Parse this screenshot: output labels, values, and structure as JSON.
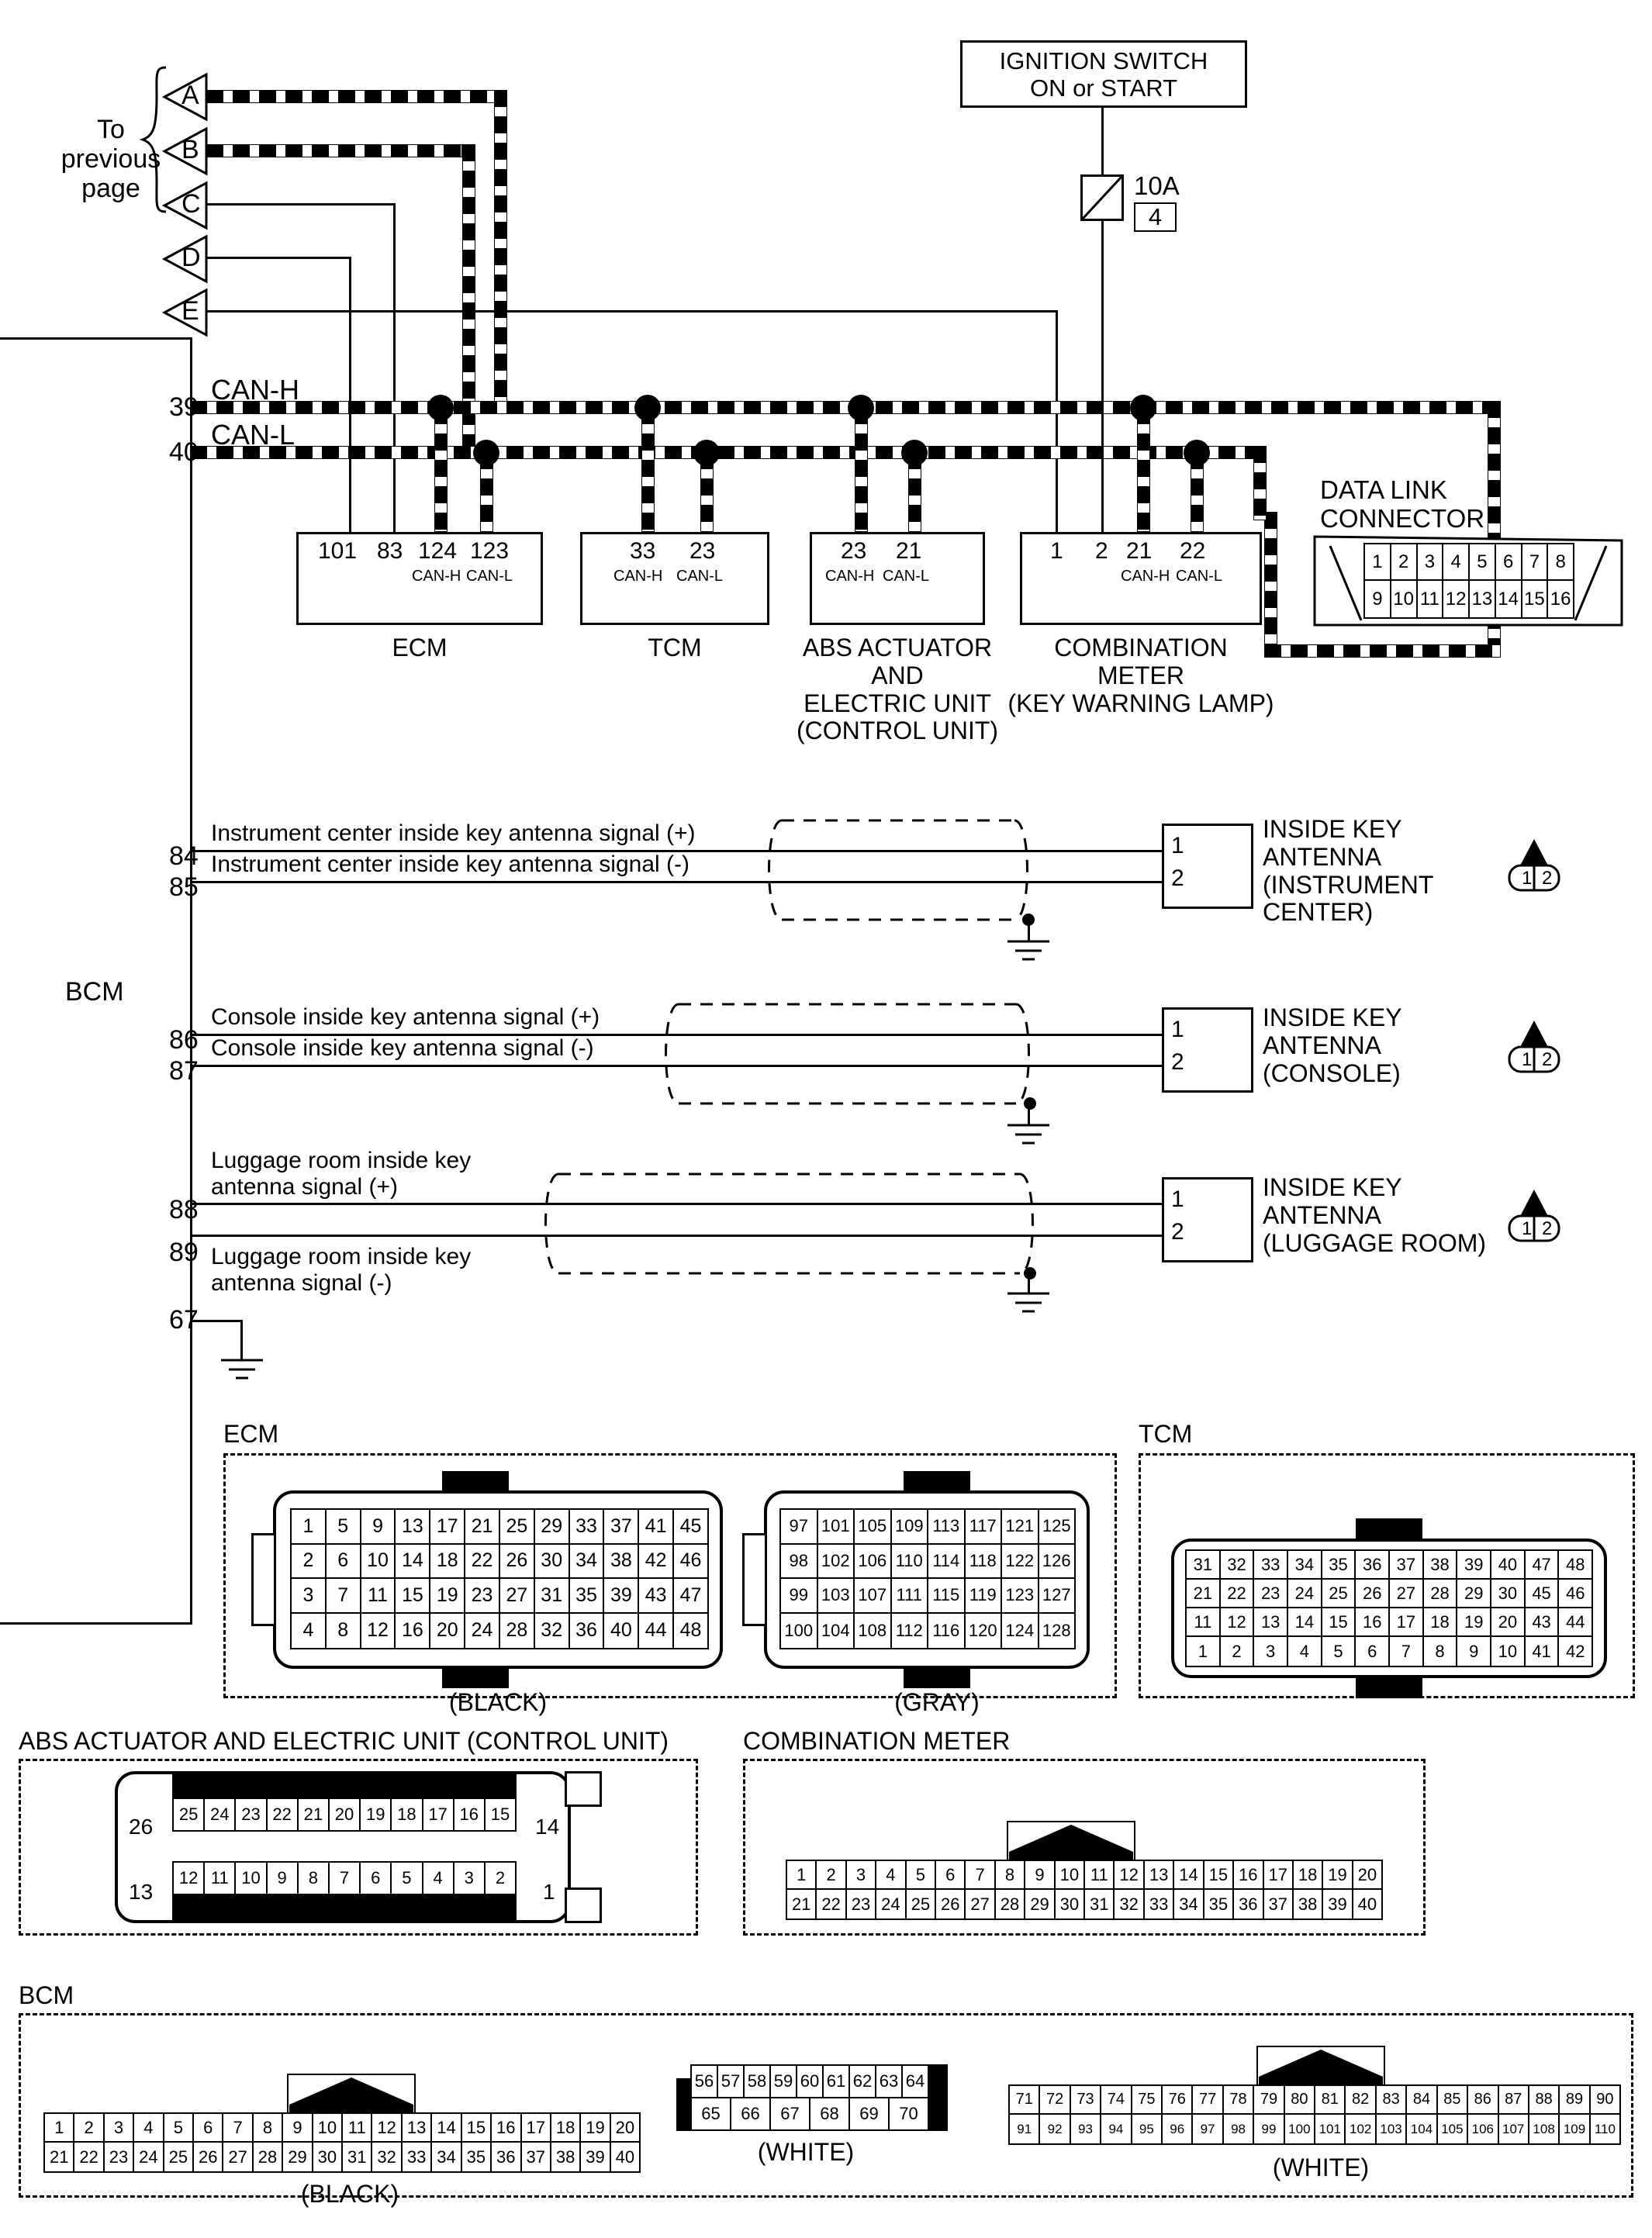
{
  "title_refs": {
    "to_previous_page": "To\nprevious\npage",
    "bcm_left_label": "BCM"
  },
  "page_connectors": [
    {
      "id": "A"
    },
    {
      "id": "B"
    },
    {
      "id": "C"
    },
    {
      "id": "D"
    },
    {
      "id": "E"
    }
  ],
  "ignition": {
    "label": "IGNITION SWITCH\nON or START",
    "fuse_rating": "10A",
    "fuse_number": "4"
  },
  "bus": {
    "can_h_label": "CAN-H",
    "can_l_label": "CAN-L",
    "can_h_pin": "39",
    "can_l_pin": "40"
  },
  "modules": [
    {
      "name": "ECM",
      "caption": "ECM",
      "pins": [
        "101",
        "83",
        "124",
        "123"
      ],
      "sublabels": [
        "",
        "",
        "CAN-H",
        "CAN-L"
      ]
    },
    {
      "name": "TCM",
      "caption": "TCM",
      "pins": [
        "33",
        "23"
      ],
      "sublabels": [
        "CAN-H",
        "CAN-L"
      ]
    },
    {
      "name": "ABS",
      "caption": "ABS ACTUATOR\nAND\nELECTRIC UNIT\n(CONTROL UNIT)",
      "pins": [
        "23",
        "21"
      ],
      "sublabels": [
        "CAN-H",
        "CAN-L"
      ]
    },
    {
      "name": "COMBINATION METER",
      "caption": "COMBINATION\nMETER\n(KEY WARNING LAMP)",
      "pins": [
        "1",
        "2",
        "21",
        "22"
      ],
      "sublabels": [
        "",
        "",
        "CAN-H",
        "CAN-L"
      ]
    }
  ],
  "data_link_connector": {
    "label": "DATA LINK\nCONNECTOR",
    "row1": [
      "1",
      "2",
      "3",
      "4",
      "5",
      "6",
      "7",
      "8"
    ],
    "row2": [
      "9",
      "10",
      "11",
      "12",
      "13",
      "14",
      "15",
      "16"
    ]
  },
  "antennas": [
    {
      "pin_plus": "84",
      "pin_minus": "85",
      "label_plus": "Instrument center inside key antenna signal (+)",
      "label_minus": "Instrument center inside key antenna signal (-)",
      "box_pins": [
        "1",
        "2"
      ],
      "name": "INSIDE KEY\nANTENNA\n(INSTRUMENT\n  CENTER)",
      "icon_pins": [
        "1",
        "2"
      ]
    },
    {
      "pin_plus": "86",
      "pin_minus": "87",
      "label_plus": "Console inside key antenna signal (+)",
      "label_minus": "Console inside key antenna signal (-)",
      "box_pins": [
        "1",
        "2"
      ],
      "name": "INSIDE KEY\nANTENNA\n(CONSOLE)",
      "icon_pins": [
        "1",
        "2"
      ]
    },
    {
      "pin_plus": "88",
      "pin_minus": "89",
      "label_plus": "Luggage room inside key\nantenna signal (+)",
      "label_minus": "Luggage room inside key\nantenna signal (-)",
      "box_pins": [
        "1",
        "2"
      ],
      "name": "INSIDE KEY\nANTENNA\n(LUGGAGE ROOM)",
      "icon_pins": [
        "1",
        "2"
      ]
    }
  ],
  "ground_pin": "67",
  "connector_blocks": {
    "ecm": {
      "title": "ECM",
      "black": {
        "color_label": "(BLACK)",
        "rows": [
          [
            "1",
            "5",
            "9",
            "13",
            "17",
            "21",
            "25",
            "29",
            "33",
            "37",
            "41",
            "45"
          ],
          [
            "2",
            "6",
            "10",
            "14",
            "18",
            "22",
            "26",
            "30",
            "34",
            "38",
            "42",
            "46"
          ],
          [
            "3",
            "7",
            "11",
            "15",
            "19",
            "23",
            "27",
            "31",
            "35",
            "39",
            "43",
            "47"
          ],
          [
            "4",
            "8",
            "12",
            "16",
            "20",
            "24",
            "28",
            "32",
            "36",
            "40",
            "44",
            "48"
          ]
        ]
      },
      "gray": {
        "color_label": "(GRAY)",
        "rows": [
          [
            "97",
            "101",
            "105",
            "109",
            "113",
            "117",
            "121",
            "125"
          ],
          [
            "98",
            "102",
            "106",
            "110",
            "114",
            "118",
            "122",
            "126"
          ],
          [
            "99",
            "103",
            "107",
            "111",
            "115",
            "119",
            "123",
            "127"
          ],
          [
            "100",
            "104",
            "108",
            "112",
            "116",
            "120",
            "124",
            "128"
          ]
        ]
      }
    },
    "tcm": {
      "title": "TCM",
      "rows": [
        [
          "31",
          "32",
          "33",
          "34",
          "35",
          "36",
          "37",
          "38",
          "39",
          "40",
          "47",
          "48"
        ],
        [
          "21",
          "22",
          "23",
          "24",
          "25",
          "26",
          "27",
          "28",
          "29",
          "30",
          "45",
          "46"
        ],
        [
          "11",
          "12",
          "13",
          "14",
          "15",
          "16",
          "17",
          "18",
          "19",
          "20",
          "43",
          "44"
        ],
        [
          "1",
          "2",
          "3",
          "4",
          "5",
          "6",
          "7",
          "8",
          "9",
          "10",
          "41",
          "42"
        ]
      ]
    },
    "abs": {
      "title": "ABS ACTUATOR AND ELECTRIC UNIT (CONTROL UNIT)",
      "left_top": "26",
      "right_top": "14",
      "left_bottom": "13",
      "right_bottom": "1",
      "row_top": [
        "25",
        "24",
        "23",
        "22",
        "21",
        "20",
        "19",
        "18",
        "17",
        "16",
        "15"
      ],
      "row_bottom": [
        "12",
        "11",
        "10",
        "9",
        "8",
        "7",
        "6",
        "5",
        "4",
        "3",
        "2"
      ]
    },
    "combination_meter": {
      "title": "COMBINATION METER",
      "rows": [
        [
          "1",
          "2",
          "3",
          "4",
          "5",
          "6",
          "7",
          "8",
          "9",
          "10",
          "11",
          "12",
          "13",
          "14",
          "15",
          "16",
          "17",
          "18",
          "19",
          "20"
        ],
        [
          "21",
          "22",
          "23",
          "24",
          "25",
          "26",
          "27",
          "28",
          "29",
          "30",
          "31",
          "32",
          "33",
          "34",
          "35",
          "36",
          "37",
          "38",
          "39",
          "40"
        ]
      ]
    },
    "bcm": {
      "title": "BCM",
      "black": {
        "color_label": "(BLACK)",
        "rows": [
          [
            "1",
            "2",
            "3",
            "4",
            "5",
            "6",
            "7",
            "8",
            "9",
            "10",
            "11",
            "12",
            "13",
            "14",
            "15",
            "16",
            "17",
            "18",
            "19",
            "20"
          ],
          [
            "21",
            "22",
            "23",
            "24",
            "25",
            "26",
            "27",
            "28",
            "29",
            "30",
            "31",
            "32",
            "33",
            "34",
            "35",
            "36",
            "37",
            "38",
            "39",
            "40"
          ]
        ]
      },
      "white1": {
        "color_label": "(WHITE)",
        "row_top": [
          "56",
          "57",
          "58",
          "59",
          "60",
          "61",
          "62",
          "63",
          "64"
        ],
        "row_bottom": [
          "65",
          "66",
          "67",
          "68",
          "69",
          "70"
        ]
      },
      "white2": {
        "color_label": "(WHITE)",
        "rows": [
          [
            "71",
            "72",
            "73",
            "74",
            "75",
            "76",
            "77",
            "78",
            "79",
            "80",
            "81",
            "82",
            "83",
            "84",
            "85",
            "86",
            "87",
            "88",
            "89",
            "90"
          ],
          [
            "91",
            "92",
            "93",
            "94",
            "95",
            "96",
            "97",
            "98",
            "99",
            "100",
            "101",
            "102",
            "103",
            "104",
            "105",
            "106",
            "107",
            "108",
            "109",
            "110"
          ]
        ]
      }
    }
  }
}
